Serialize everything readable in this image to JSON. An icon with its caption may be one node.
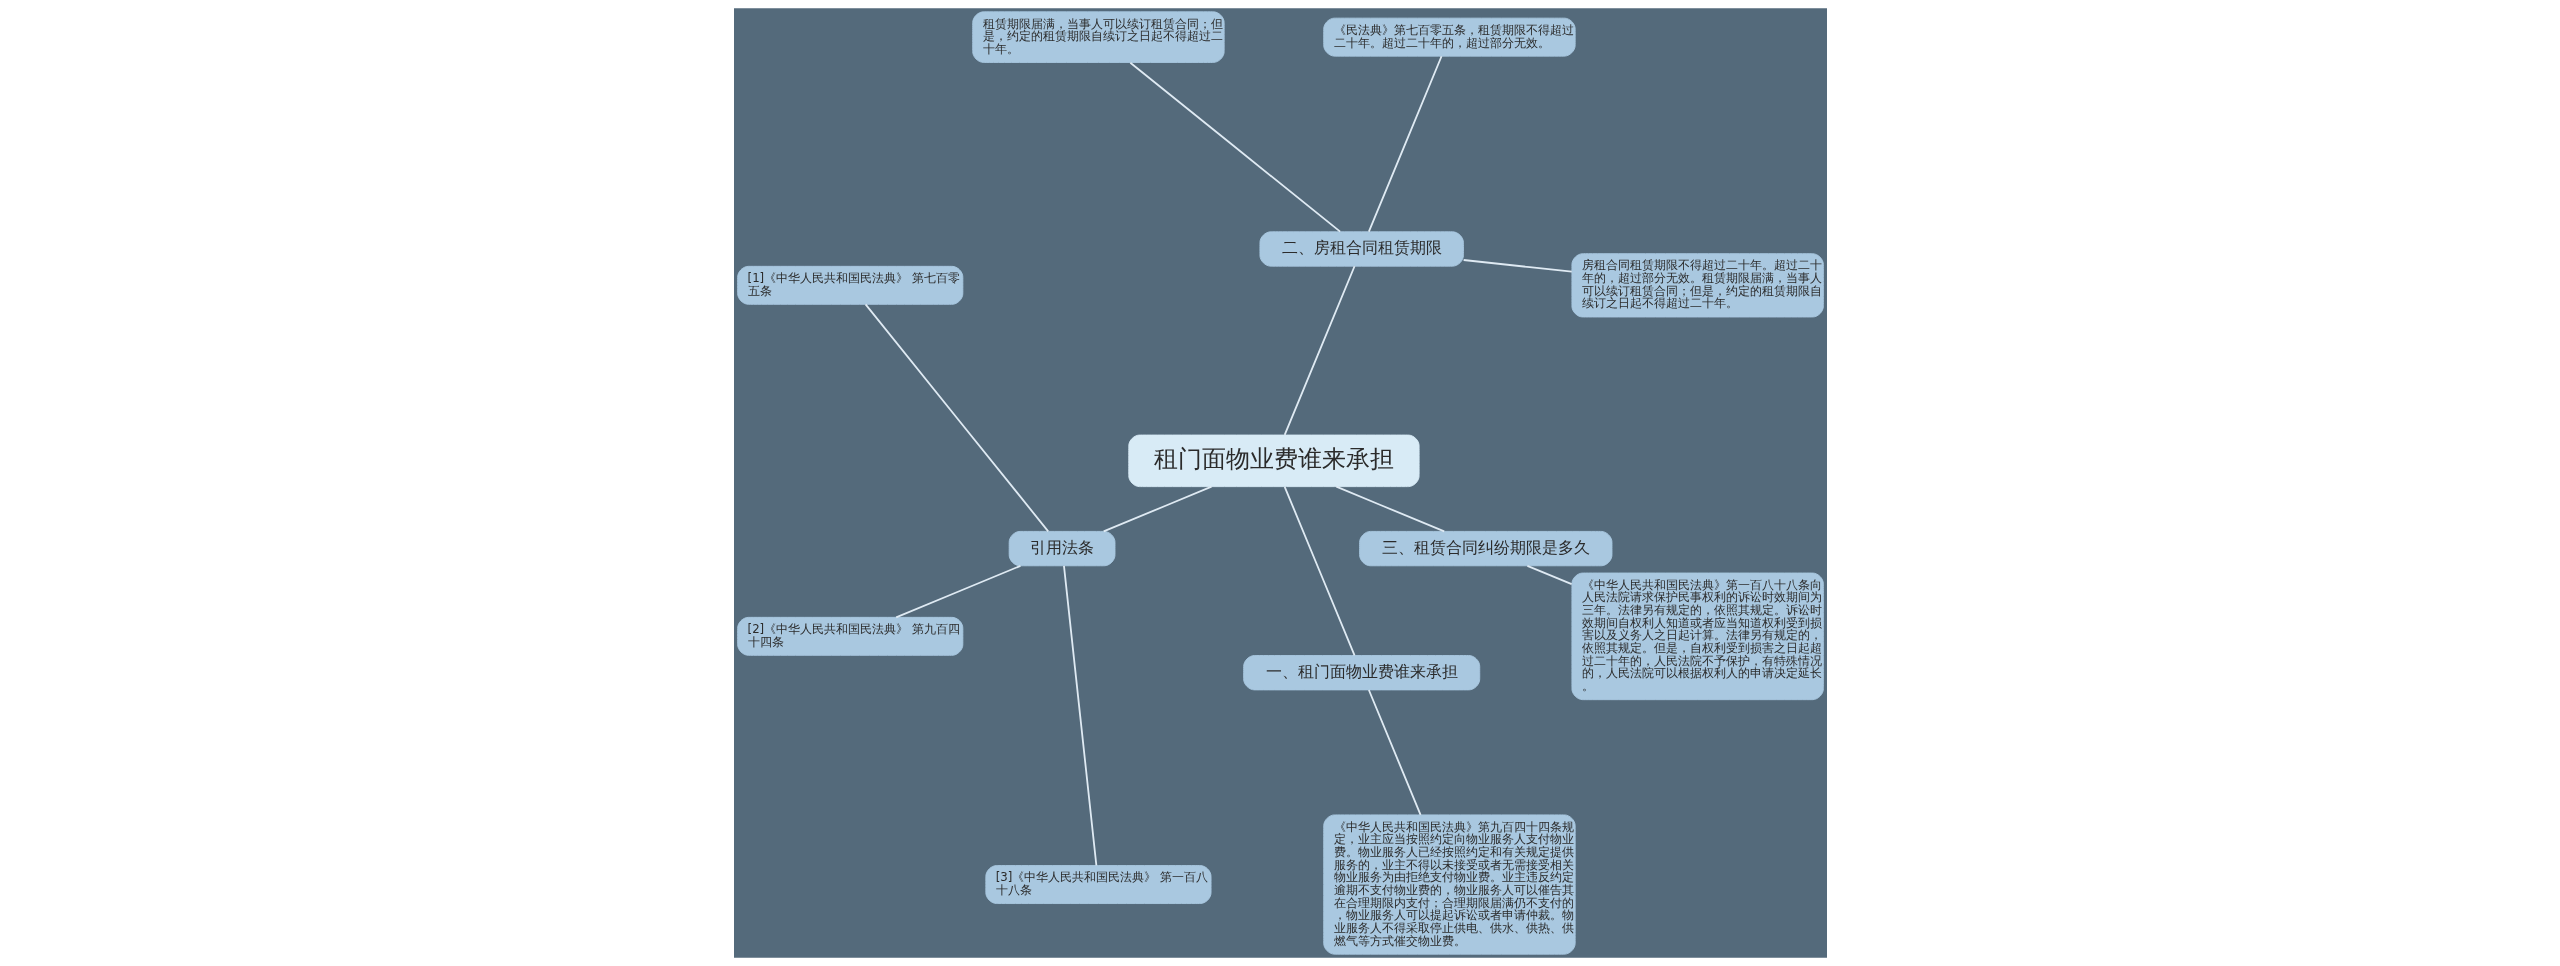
{
  "diagram": {
    "nodes": [
      {
        "text": [
          "租门面物业费谁来承担"
        ]
      },
      {
        "text": [
          "二、房租合同租赁期限"
        ]
      },
      {
        "text": [
          "房租合同租赁期限不得超过二十年。超过二十年的，超过部分无效。租赁期限届满，当事人可以续订租赁合同；但是，约定的租赁期限自续订之日起不得超过二十年。"
        ]
      },
      {
        "text": [
          "《民法典》第七百零五条，租赁期限不得超过二十年。超过二十年的，超过部分无效。"
        ]
      },
      {
        "text": [
          "租赁期限届满，当事人可以续订租赁合同；但是，约定的租赁期限自续订之日起不得超过二十年。"
        ]
      },
      {
        "text": [
          "引用法条"
        ]
      },
      {
        "text": [
          "[1]《中华人民共和国民法典》 第七百零五条"
        ]
      },
      {
        "text": [
          "[2]《中华人民共和国民法典》 第九百四十四条"
        ]
      },
      {
        "text": [
          "[3]《中华人民共和国民法典》 第一百八十八条"
        ]
      },
      {
        "text": [
          "一、租门面物业费谁来承担"
        ]
      },
      {
        "text": [
          "《中华人民共和国民法典》第九百四十四条规定，业主应当按照约定向物业服务人支付物业费。物业服务人已经按照约定和有关规定提供服务的，业主不得以未接受或者无需接受相关物业服务为由拒绝支付物业费。业主违反约定逾期不支付物业费的，物业服务人可以催告其在合理期限内支付；合理期限届满仍不支付的，物业服务人可以提起诉讼或者申请仲裁。物业服务人不得采取停止供电、供水、供热、供燃气等方式催交物业费。"
        ]
      },
      {
        "text": [
          "三、租赁合同纠纷期限是多久"
        ]
      },
      {
        "text": [
          "《中华人民共和国民法典》第一百八十八条向人民法院请求保护民事权利的诉讼时效期间为三年。法律另有规定的，依照其规定。诉讼时效期间自权利人知道或者应当知道权利受到损害以及义务人之日起计算。法律另有规定的，依照其规定。但是，自权利受到损害之日起超过二十年的，人民法院不予保护，有特殊情况的，人民法院可以根据权利人的申请决定延长。"
        ]
      }
    ],
    "edges": [
      {
        "from": 0,
        "to": 1,
        "arrow": "none"
      },
      {
        "from": 1,
        "to": 2,
        "arrow": "none"
      },
      {
        "from": 1,
        "to": 3,
        "arrow": "none"
      },
      {
        "from": 1,
        "to": 4,
        "arrow": "none"
      },
      {
        "from": 0,
        "to": 5,
        "arrow": "none"
      },
      {
        "from": 5,
        "to": 6,
        "arrow": "none"
      },
      {
        "from": 5,
        "to": 7,
        "arrow": "none"
      },
      {
        "from": 5,
        "to": 8,
        "arrow": "none"
      },
      {
        "from": 0,
        "to": 9,
        "arrow": "none"
      },
      {
        "from": 9,
        "to": 10,
        "arrow": "none"
      },
      {
        "from": 0,
        "to": 11,
        "arrow": "none"
      },
      {
        "from": 11,
        "to": 12,
        "arrow": "none"
      }
    ]
  }
}
